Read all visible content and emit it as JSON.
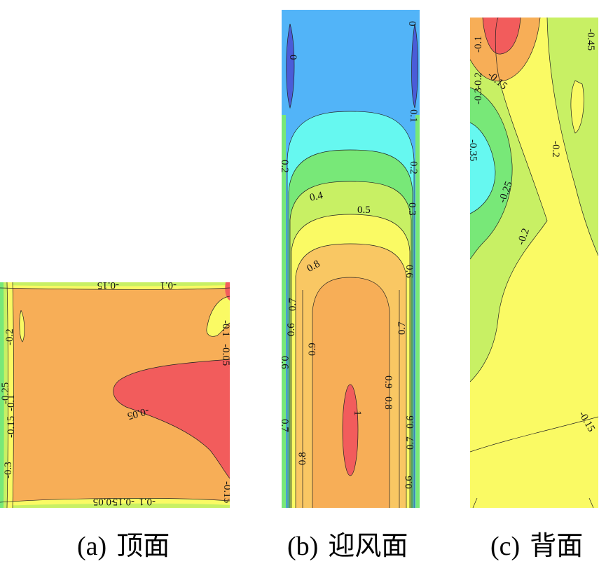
{
  "colors": {
    "red": "#f25c5c",
    "orange": "#f7ae57",
    "light_orange": "#f9c763",
    "yellow": "#fafa64",
    "yellow_green": "#c8f064",
    "green": "#78e878",
    "cyan": "#66f8f0",
    "sky": "#52b4f8",
    "blue": "#4a5cd8",
    "line": "#222222"
  },
  "panels": [
    {
      "id": "a",
      "caption_tag": "(a)",
      "caption_text": "顶面",
      "contour_labels": [
        "-0.15",
        "-0.1",
        "-0.2",
        "-0.1",
        "-0.05",
        "-0.05",
        "-0.25",
        "-0.1",
        "-0.15",
        "-0.3",
        "-0.15",
        "-0.05",
        "-0.15",
        "-0.1"
      ]
    },
    {
      "id": "b",
      "caption_tag": "(b)",
      "caption_text": "迎风面",
      "contour_labels": [
        "0",
        "0",
        "0.1",
        "0.2",
        "0.2",
        "0.4",
        "0.5",
        "0.3",
        "0.8",
        "0.6",
        "0.7",
        "0.6",
        "0.6",
        "0.9",
        "0.7",
        "0.9",
        "0.8",
        "1",
        "0.7",
        "0.6",
        "0.7",
        "0.8",
        "0.6"
      ]
    },
    {
      "id": "c",
      "caption_tag": "(c)",
      "caption_text": "背面",
      "contour_labels": [
        "-0.45",
        "-0.1",
        "-0.15",
        "-0.2",
        "-0.3",
        "-0.35",
        "-0.2",
        "-0.25",
        "-0.2",
        "-0.15"
      ]
    }
  ]
}
